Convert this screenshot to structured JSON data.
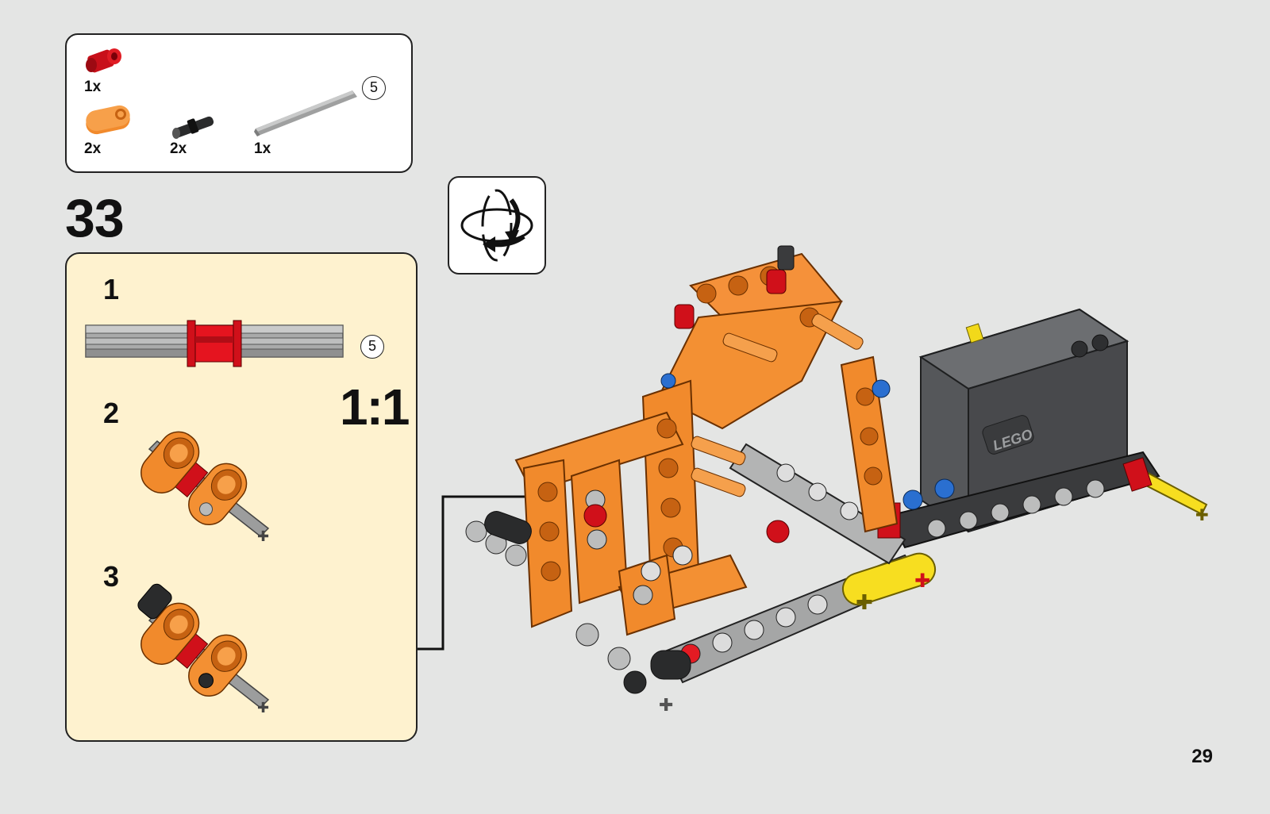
{
  "parts": [
    {
      "name": "red-axle-connector",
      "qty": "1x"
    },
    {
      "name": "orange-double-pin-connector",
      "qty": "2x"
    },
    {
      "name": "black-pin",
      "qty": "2x"
    },
    {
      "name": "grey-axle",
      "qty": "1x",
      "length": "5"
    }
  ],
  "step": "33",
  "substeps": [
    {
      "num": "1",
      "axle_length": "5"
    },
    {
      "num": "2"
    },
    {
      "num": "3"
    }
  ],
  "scale": "1:1",
  "page_number": "29",
  "icons": [
    "rotate-model-icon",
    "callout-arrow-icon"
  ],
  "colors": {
    "background": "#e4e5e4",
    "callout": "#fef2cf",
    "lego_orange": "#f5913a",
    "lego_red": "#d0101a",
    "lego_dark_grey": "#5a5c5e",
    "lego_light_grey": "#b8b9b9",
    "lego_yellow": "#f9e21b"
  }
}
